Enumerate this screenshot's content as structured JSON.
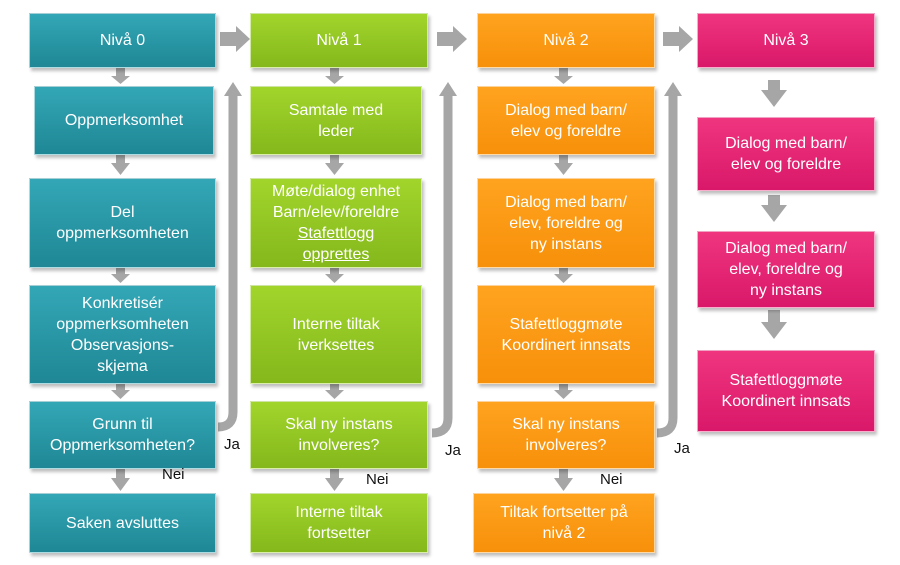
{
  "colors": {
    "teal": "#2596a5",
    "green": "#95c922",
    "orange": "#fb9a14",
    "pink": "#e62474",
    "arrow": "#a6a6a6"
  },
  "columns": [
    {
      "title": "Nivå 0",
      "boxes": [
        [
          "Oppmerksomhet"
        ],
        [
          "Del",
          "oppmerksomheten"
        ],
        [
          "Konkretisér",
          "oppmerksomheten",
          "Observasjons-",
          "skjema"
        ],
        [
          "Grunn til",
          "Oppmerksomheten?"
        ],
        [
          "Saken avsluttes"
        ]
      ]
    },
    {
      "title": "Nivå 1",
      "boxes": [
        [
          "Samtale med",
          "leder"
        ],
        [
          "Møte/dialog enhet",
          "Barn/elev/foreldre",
          "Stafettlogg",
          "opprettes"
        ],
        [
          "Interne tiltak",
          "iverksettes"
        ],
        [
          "Skal ny instans",
          "involveres?"
        ],
        [
          "Interne tiltak",
          "fortsetter"
        ]
      ]
    },
    {
      "title": "Nivå 2",
      "boxes": [
        [
          "Dialog med barn/",
          "elev og foreldre"
        ],
        [
          "Dialog med barn/",
          "elev, foreldre og",
          "ny instans"
        ],
        [
          "Stafettloggmøte",
          "Koordinert innsats"
        ],
        [
          "Skal ny instans",
          "involveres?"
        ],
        [
          "Tiltak fortsetter på",
          "nivå 2"
        ]
      ]
    },
    {
      "title": "Nivå 3",
      "boxes": [
        [
          "Dialog med barn/",
          "elev og foreldre"
        ],
        [
          "Dialog med barn/",
          "elev, foreldre og",
          "ny instans"
        ],
        [
          "Stafettloggmøte",
          "Koordinert innsats"
        ]
      ]
    }
  ],
  "labels": {
    "yes": "Ja",
    "no": "Nei"
  }
}
